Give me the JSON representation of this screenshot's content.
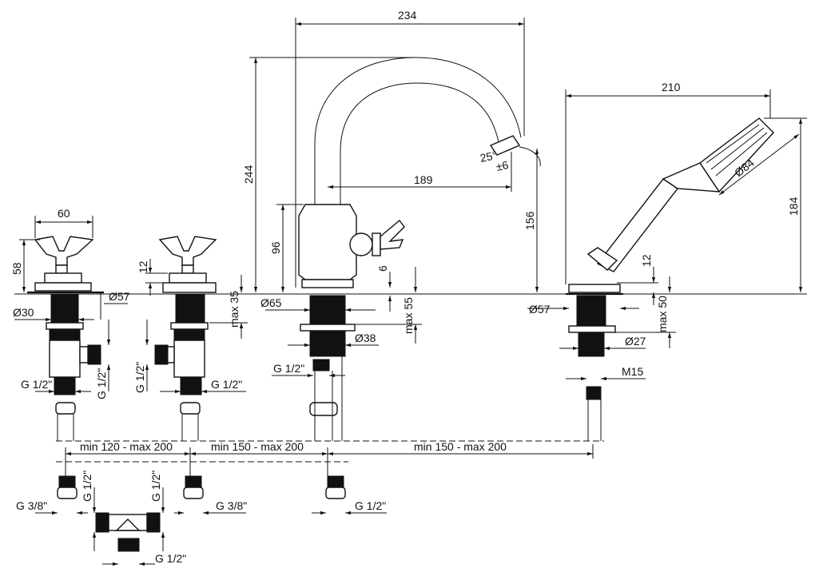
{
  "dimensions": {
    "spout_width": "234",
    "spout_height": "244",
    "spout_reach": "189",
    "spout_angle": "25°",
    "spout_angle_tol": "±6",
    "body_height": "96",
    "spout_outlet_height": "156",
    "handle_width": "60",
    "handle_height": "58",
    "flange_57_left": "Ø57",
    "stem_30": "Ø30",
    "height_12_mid": "12",
    "max_35": "max 35",
    "conn_half_a": "G 1/2\"",
    "conn_half_b": "G 1/2\"",
    "conn_half_c": "G 1/2\"",
    "conn_half_d": "G 1/2\"",
    "spout_base_65": "Ø65",
    "spout_6": "6",
    "max_55": "max 55",
    "spout_38": "Ø38",
    "spout_conn": "G 1/2\"",
    "shower_length": "210",
    "shower_height": "184",
    "shower_head": "Ø84",
    "shower_12": "12",
    "shower_57": "Ø57",
    "max_50": "max 50",
    "shower_27": "Ø27",
    "shower_m15": "M15",
    "spacing_1": "min 120 - max 200",
    "spacing_2": "min 150 - max 200",
    "spacing_3": "min 150 - max 200",
    "g38_left": "G 3/8\"",
    "g12_vert_left": "G 1/2\"",
    "g12_vert_right": "G 1/2\"",
    "g38_right": "G 3/8\"",
    "g12_bottom": "G 1/2\"",
    "g12_right_conn": "G 1/2\""
  }
}
